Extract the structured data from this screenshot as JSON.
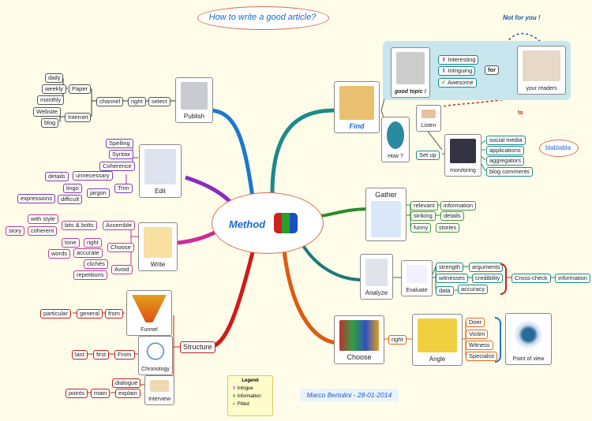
{
  "title": "How to write a good article?",
  "center": "Method",
  "author": "Marco Bertolini - 28-01-2014",
  "note_top": "Not for you !",
  "note_to": "to",
  "callout": "blablabla",
  "legend": {
    "title": "Legend",
    "items": [
      {
        "label": "Intrigue",
        "icon": "arrow-up-icon",
        "color": "#b060d0"
      },
      {
        "label": "Information",
        "icon": "arrow-down-icon",
        "color": "#40a040"
      },
      {
        "label": "Fitted",
        "icon": "check-icon",
        "color": "#60b030"
      }
    ]
  },
  "find": {
    "label": "Find",
    "topic": "good topic !",
    "qualities": [
      "Interesting",
      "Intriguing",
      "Awesome"
    ],
    "for": "for",
    "readers": "your readers",
    "how": "How ?",
    "listen": "Listen",
    "setup": "Set up",
    "monitoring": "monitoring",
    "monitor_items": [
      "social media",
      "applications",
      "aggregators",
      "blog comments"
    ]
  },
  "gather": {
    "label": "Gather",
    "items": [
      [
        "relevant",
        "information"
      ],
      [
        "striking",
        "details"
      ],
      [
        "funny",
        "stories"
      ]
    ]
  },
  "analyze": {
    "label": "Analyze",
    "evaluate": "Evaluate",
    "items": [
      [
        "strength",
        "arguments"
      ],
      [
        "witnesses",
        "credibility"
      ],
      [
        "data",
        "accuracy"
      ]
    ],
    "crosscheck": "Cross-check",
    "information": "information"
  },
  "choose": {
    "label": "Choose",
    "right": "right",
    "angle": "Angle",
    "roles": [
      "Doer",
      "Victim",
      "Witness",
      "Specialist"
    ],
    "pov": "Point of view"
  },
  "publish": {
    "label": "Publish",
    "select": "select",
    "right": "right",
    "channel": "channel",
    "paper": "Paper",
    "paper_items": [
      "daily",
      "weekly",
      "monthly"
    ],
    "internet": "Internet",
    "internet_items": [
      "Website",
      "blog"
    ]
  },
  "edit": {
    "label": "Edit",
    "items": [
      "Spelling",
      "Syntax",
      "Coherence"
    ],
    "trim": "Trim",
    "unnecessary": "unnecessary",
    "details": "details",
    "jargon": "jargon",
    "lingo": "lingo",
    "difficult": "difficult",
    "expressions": "expressions"
  },
  "write": {
    "label": "Write",
    "assemble": "Assemble",
    "bits": "bits & bolts",
    "with_style": "with style",
    "coherent": "coherent",
    "story": "story",
    "choose": "Choose",
    "right": "right",
    "tone": "tone",
    "accurate": "accurate",
    "words": "words",
    "avoid": "Avoid",
    "cliches": "clichés",
    "repetitions": "repetitions"
  },
  "structure": {
    "label": "Structure",
    "funnel": "Funnel",
    "from": "from",
    "general": "general",
    "particular": "particular",
    "chronology": "Chronology",
    "From": "From",
    "first": "first",
    "last": "last",
    "interview": "Interview",
    "dialogue": "dialogue",
    "explain": "explain",
    "main": "main",
    "points": "points"
  }
}
